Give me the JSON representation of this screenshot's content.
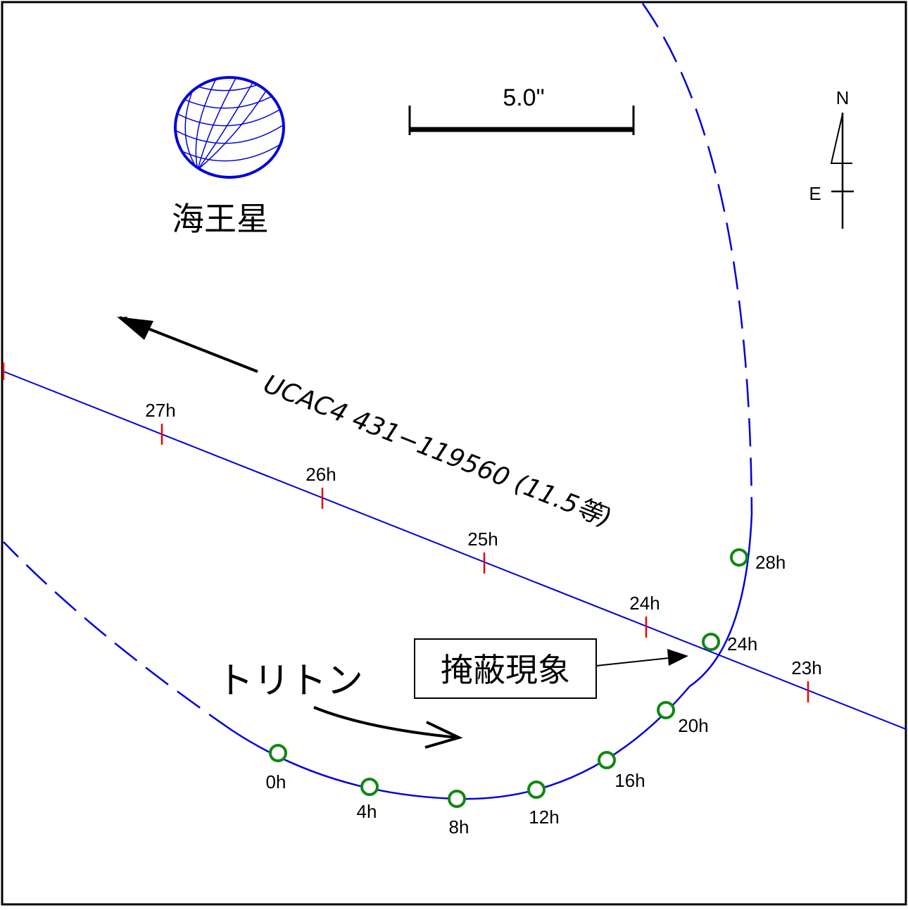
{
  "planet": {
    "label": "海王星"
  },
  "scale_bar": {
    "label": "5.0\""
  },
  "compass": {
    "north": "N",
    "east": "E"
  },
  "star": {
    "label": "UCAC4 431−119560 (11.5等)"
  },
  "star_path_ticks": [
    "27h",
    "26h",
    "25h",
    "24h",
    "23h"
  ],
  "moon": {
    "label": "トリトン"
  },
  "orbit_markers": [
    "0h",
    "4h",
    "8h",
    "12h",
    "16h",
    "20h",
    "24h",
    "28h"
  ],
  "event": {
    "label": "掩蔽現象"
  },
  "colors": {
    "orbit": "#0000dd",
    "marker": "#118811",
    "tick": "#ee0000",
    "ink": "#000000"
  }
}
